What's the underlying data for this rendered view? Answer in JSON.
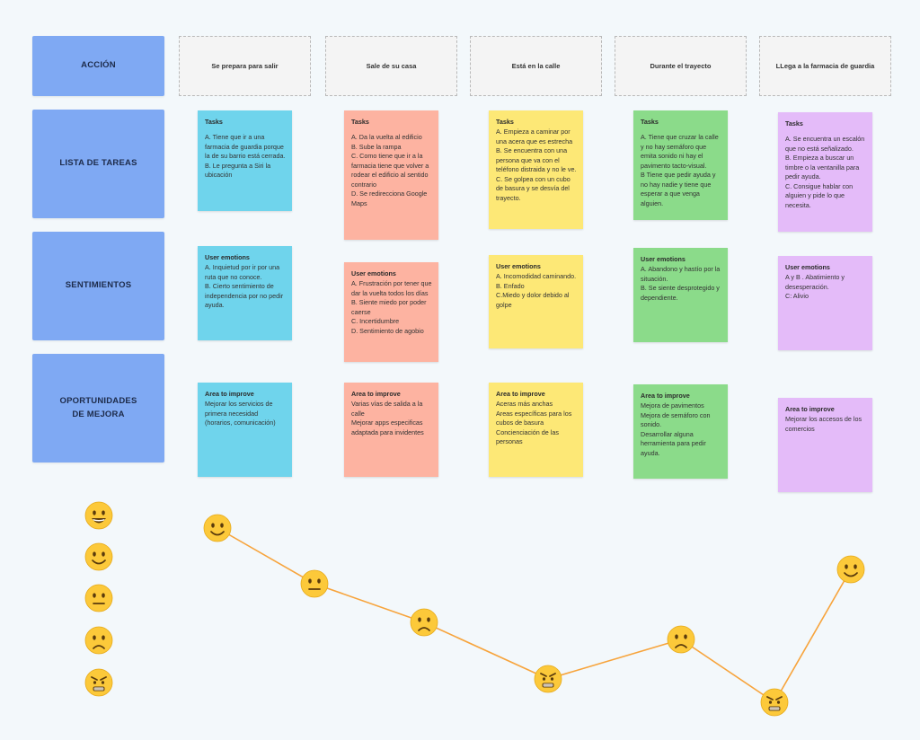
{
  "rows": {
    "accion": "ACCIÓN",
    "tareas": "LISTA DE TAREAS",
    "sentimientos": "SENTIMIENTOS",
    "oportunidades": "OPORTUNIDADES\nDE MEJORA"
  },
  "phases": [
    "Se prepara para salir",
    "Sale de su casa",
    "Está en la calle",
    "Durante el trayecto",
    "LLega a la farmacia de guardia"
  ],
  "tasks": [
    {
      "title": "Tasks",
      "body": "A. Tiene que ir a una farmacia de guardia porque la de su barrio está cerrada.\nB. Le pregunta a Siri la ubicación"
    },
    {
      "title": "Tasks",
      "body": "A. Da la vuelta al edificio\nB. Sube la rampa\nC. Como tiene que ir a la farmacia tiene que volver a rodear el edificio al sentido contrario\nD. Se redirecciona Google Maps"
    },
    {
      "title": "Tasks",
      "body": "A. Empieza a caminar por una acera que es estrecha\nB. Se encuentra con una persona que va con el teléfono distraida y no le ve.\nC. Se golpea con un cubo de basura y se desvía del trayecto."
    },
    {
      "title": "Tasks",
      "body": "A. Tiene que cruzar la calle y no hay semáforo que emita sonido ni hay el pavimento tacto-visual.\nB Tiene que pedir ayuda y no hay nadie y tiene que esperar a que venga alguien."
    },
    {
      "title": "Tasks",
      "body": "A. Se encuentra un escalón que no está señalizado.\nB. Empieza a buscar un timbre o la ventanilla para pedir ayuda.\nC.  Consigue hablar con alguien y pide lo que necesita."
    }
  ],
  "emotions": [
    {
      "title": "User emotions",
      "body": "A.  Inquietud por ir por una ruta que no conoce.\nB. Cierto sentimiento de independencia por no pedir ayuda."
    },
    {
      "title": "User emotions",
      "body": "A.  Frustración por tener que dar la vuelta todos los días\nB. Siente miedo por poder caerse\nC. Incertidumbre\nD. Sentimiento de agobio"
    },
    {
      "title": "User emotions",
      "body": "A.  Incomodidad caminando.\nB. Enfado\nC.Miedo y dolor debido al golpe"
    },
    {
      "title": "User emotions",
      "body": "A. Abandono y hastío por la situación.\nB. Se siente desprotegido y dependiente."
    },
    {
      "title": "User emotions",
      "body": "A y B . Abatimiento y desesperación.\nC: Alivio"
    }
  ],
  "improvements": [
    {
      "title": "Area to improve",
      "body": "Mejorar los servicios de primera necesidad (horarios, comunicación)"
    },
    {
      "title": "Area to improve",
      "body": "Varias vías de salida a la calle\nMejorar apps especificas adaptada para invidentes"
    },
    {
      "title": "Area to improve",
      "body": "Aceras más anchas\nAreas específicas para los cubos de basura\nConcienciación de las personas"
    },
    {
      "title": "Area to improve",
      "body": "Mejora de pavimentos\nMejora de semáforo con sonido.\nDesarrollar alguna herramienta para pedir ayuda."
    },
    {
      "title": "Area to improve",
      "body": "Mejorar los accesos de los comercios"
    }
  ],
  "colors": {
    "row_label": "#7fa9f3",
    "blue": "#6fd4ec",
    "salmon": "#fdb3a1",
    "yellow": "#fde876",
    "green": "#8bdb8a",
    "purple": "#e4bbf9",
    "line": "#f7a43c",
    "face": "#fcc93a"
  },
  "scale": {
    "levels": [
      "very-happy",
      "happy",
      "neutral",
      "sad",
      "angry"
    ]
  },
  "journey": {
    "moods": [
      "happy",
      "neutral",
      "sad",
      "angry",
      "sad",
      "angry",
      "happy"
    ]
  }
}
